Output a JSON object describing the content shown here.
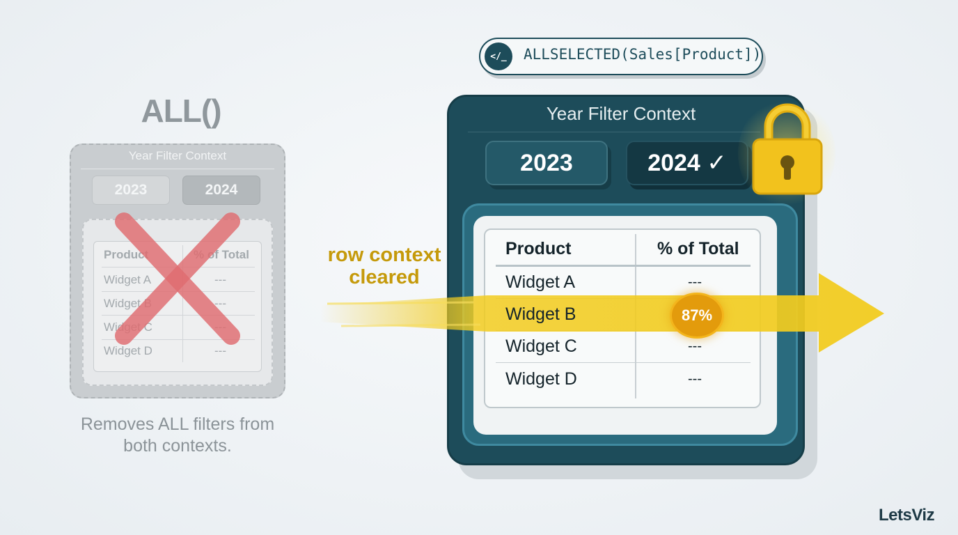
{
  "left_panel": {
    "title": "ALL()",
    "card_title": "Year Filter Context",
    "years": [
      "2023",
      "2024"
    ],
    "table": {
      "headers": [
        "Product",
        "% of Total"
      ],
      "rows": [
        {
          "product": "Widget A",
          "value": "---"
        },
        {
          "product": "Widget B",
          "value": "---"
        },
        {
          "product": "Widget C",
          "value": "---"
        },
        {
          "product": "Widget D",
          "value": "---"
        }
      ]
    },
    "caption_line1": "Removes ALL filters from",
    "caption_line2": "both contexts.",
    "cross_color": "#e06c70"
  },
  "right_panel": {
    "code_icon": "</_",
    "code_text": "ALLSELECTED(Sales[Product])",
    "card_title": "Year Filter Context",
    "years": [
      "2023",
      "2024 ✓"
    ],
    "table": {
      "headers": [
        "Product",
        "% of Total"
      ],
      "rows": [
        {
          "product": "Widget A",
          "value": "---"
        },
        {
          "product": "Widget B",
          "value": "87%"
        },
        {
          "product": "Widget C",
          "value": "---"
        },
        {
          "product": "Widget D",
          "value": "---"
        }
      ]
    },
    "highlight_label_line1": "row context",
    "highlight_label_line2": "cleared",
    "lock_icon": "padlock-icon",
    "colors": {
      "card": "#1d4c5a",
      "arrow": "#f2cc1f",
      "badge": "#e39b0c",
      "lock": "#f2c21d"
    }
  },
  "brand": "LetsViz"
}
